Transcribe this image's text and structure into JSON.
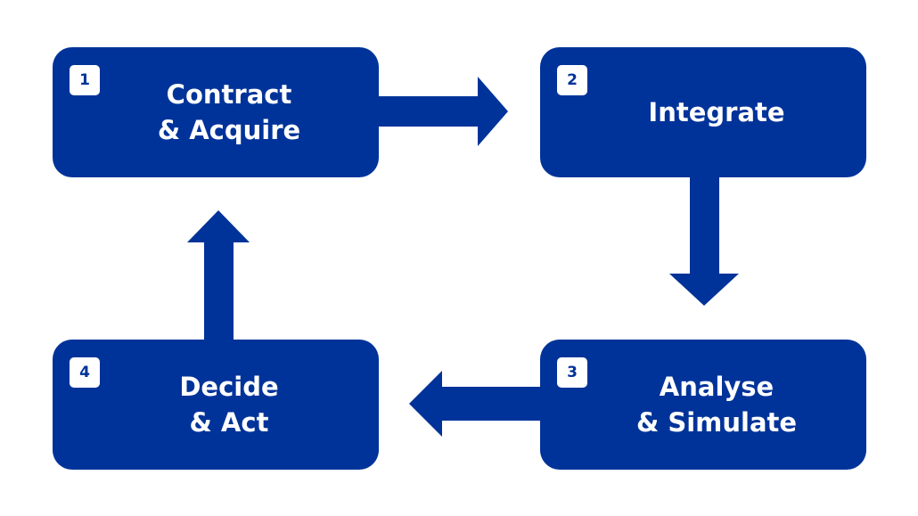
{
  "colors": {
    "box_fill": "#003399",
    "number_badge_fill": "#ffffff",
    "text": "#ffffff",
    "background": "#ffffff"
  },
  "steps": [
    {
      "number": "1",
      "line1": "Contract",
      "line2": "& Acquire"
    },
    {
      "number": "2",
      "line1": "Integrate",
      "line2": ""
    },
    {
      "number": "3",
      "line1": "Analyse",
      "line2": "& Simulate"
    },
    {
      "number": "4",
      "line1": "Decide",
      "line2": "& Act"
    }
  ],
  "flow": [
    {
      "from": "1",
      "to": "2",
      "direction": "right"
    },
    {
      "from": "2",
      "to": "3",
      "direction": "down"
    },
    {
      "from": "3",
      "to": "4",
      "direction": "left"
    },
    {
      "from": "4",
      "to": "1",
      "direction": "up"
    }
  ]
}
